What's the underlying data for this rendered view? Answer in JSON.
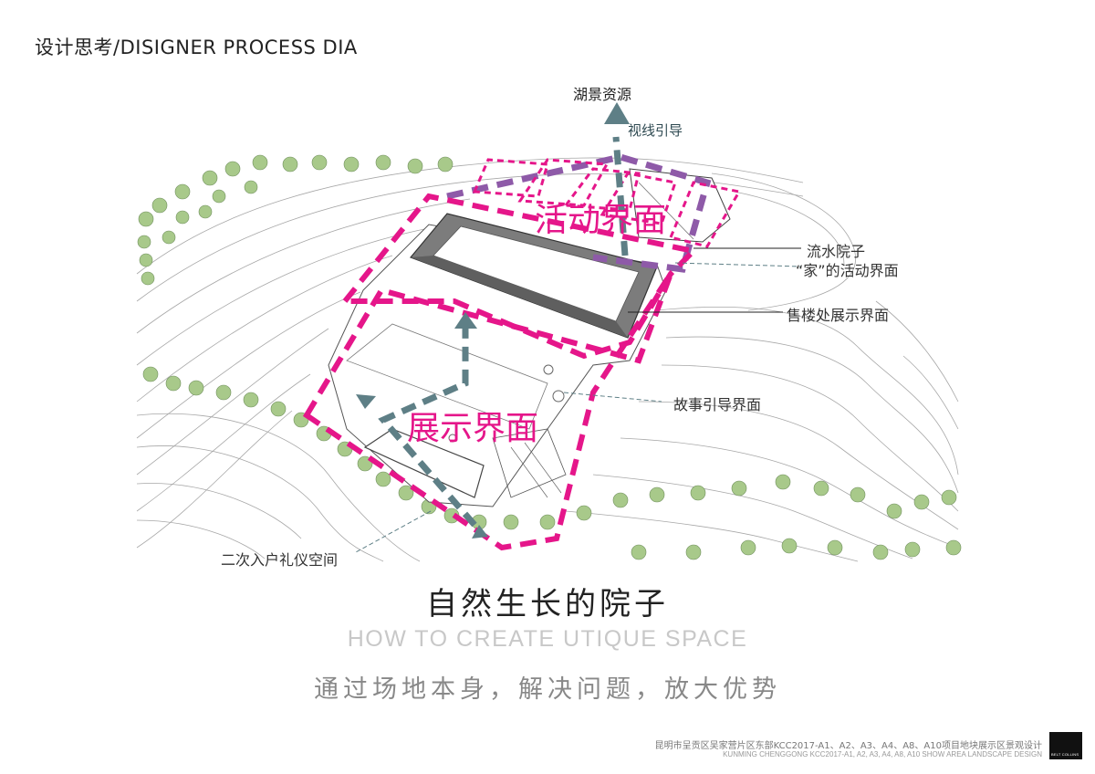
{
  "header": {
    "title": "设计思考/DISIGNER PROCESS DIA"
  },
  "annotations": {
    "lake": "湖景资源",
    "sight": "视线引导",
    "activity_zone": "活动界面",
    "display_zone": "展示界面",
    "water_courtyard": "流水院子",
    "home_activity": "“家”的活动界面",
    "sales_display": "售楼处展示界面",
    "story_guide": "故事引导界面",
    "entrance": "二次入户礼仪空间"
  },
  "captions": {
    "main": "自然生长的院子",
    "english": "HOW TO CREATE UTIQUE SPACE",
    "sub": "通过场地本身，解决问题，放大优势"
  },
  "footer": {
    "cn": "昆明市呈贡区吴家营片区东部KCC2017-A1、A2、A3、A4、A8、A10项目地块展示区景观设计",
    "en": "KUNMING CHENGGONG KCC2017-A1, A2, A3, A4, A8, A10 SHOW AREA LANDSCAPE DESIGN",
    "logo": "BELT COLLINS"
  },
  "colors": {
    "accent": "#e5168a",
    "purple": "#8e5aa8",
    "arrow": "#5e7f86",
    "tree": "#a8c98a"
  }
}
